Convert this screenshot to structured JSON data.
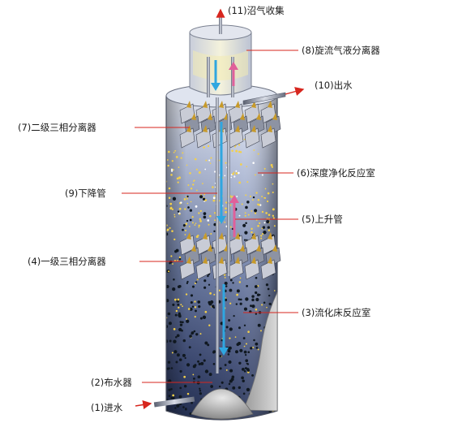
{
  "labels": {
    "gas_collection": "(11)沼气收集",
    "cyclone_separator": "(8)旋流气液分离器",
    "water_outlet": "(10)出水",
    "secondary_separator": "(7)二级三相分离器",
    "deep_purification": "(6)深度净化反应室",
    "downcomer": "(9)下降管",
    "riser": "(5)上升管",
    "primary_separator": "(4)一级三相分离器",
    "fluidized_bed": "(3)流化床反应室",
    "distributor": "(2)布水器",
    "water_inlet": "(1)进水"
  },
  "colors": {
    "vessel_top": "#f2f4fa",
    "vessel_bottom": "#1f2a4a",
    "pointer_line": "#d7261e",
    "bubble": "#f3d04a",
    "sludge": "#101820",
    "down_arrow": "#2fa6e0",
    "up_arrow": "#e0609a"
  }
}
